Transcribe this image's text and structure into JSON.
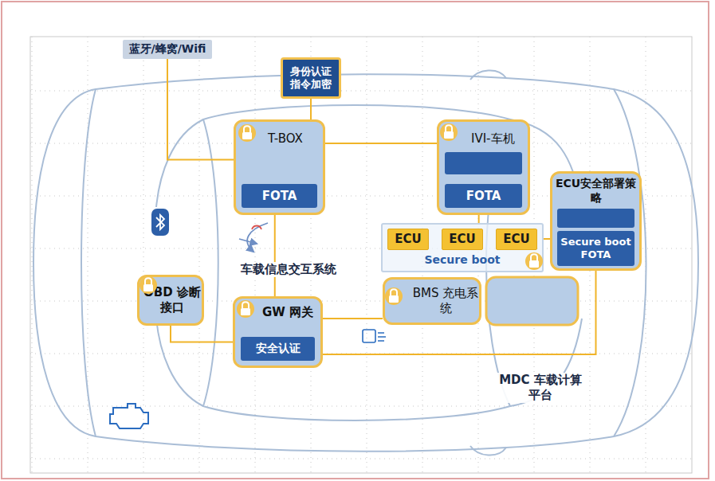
{
  "diagram": {
    "nodes": [
      {
        "text": [
          "蓝牙/蜂窝/Wifi"
        ]
      },
      {
        "text": [
          "身份认证 指令加密"
        ]
      },
      {
        "text": [
          "T-BOX"
        ]
      },
      {
        "text": [
          "FOTA"
        ],
        "in": 2
      },
      {
        "text": [
          "IVI-车机"
        ]
      },
      {
        "text": [
          "FOTA"
        ],
        "in": 4
      },
      {
        "text": [
          "ECU安全部署策略"
        ]
      },
      {
        "text": [
          "Secure boot FOTA"
        ],
        "in": 6
      },
      {
        "text": [
          "Secure boot"
        ]
      },
      {
        "text": [
          "ECU"
        ],
        "in": 8
      },
      {
        "text": [
          "ECU"
        ],
        "in": 8
      },
      {
        "text": [
          "ECU"
        ],
        "in": 8
      },
      {
        "text": [
          "BMS 充电系统"
        ]
      },
      {
        "text": [
          "OBD 诊断接口"
        ]
      },
      {
        "text": [
          "GW 网关"
        ]
      },
      {
        "text": [
          "安全认证"
        ],
        "in": 14
      }
    ],
    "edges": [
      {
        "from": 0,
        "to": 2,
        "arrow": "none"
      },
      {
        "from": 1,
        "to": 2,
        "arrow": "none"
      },
      {
        "from": 2,
        "to": 4,
        "arrow": "none"
      },
      {
        "from": 2,
        "to": 14,
        "arrow": "none"
      },
      {
        "from": 13,
        "to": 14,
        "arrow": "none"
      },
      {
        "from": 14,
        "to": 12,
        "arrow": "none"
      },
      {
        "from": 4,
        "to": 8,
        "arrow": "none"
      },
      {
        "from": 6,
        "to": 8,
        "arrow": "none"
      },
      {
        "from": 14,
        "to": 6,
        "arrow": "none"
      }
    ],
    "labels": [
      "车载信息交互系统",
      "MDC 车载计算平台"
    ]
  }
}
